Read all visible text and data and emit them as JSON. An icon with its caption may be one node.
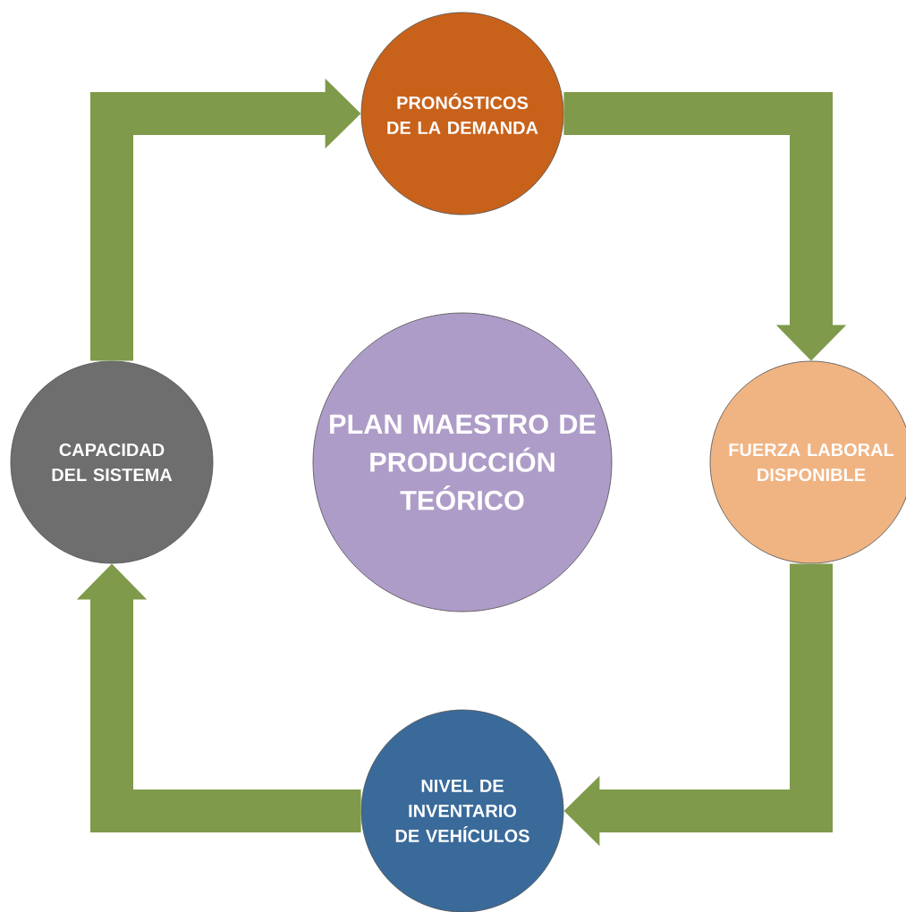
{
  "diagram": {
    "nodes": [
      {
        "text": [
          "PRONÓSTICOS DE LA DEMANDA"
        ]
      },
      {
        "text": [
          "FUERZA LABORAL DISPONIBLE"
        ]
      },
      {
        "text": [
          "NIVEL DE INVENTARIO DE VEHÍCULOS"
        ]
      },
      {
        "text": [
          "CAPACIDAD DEL SISTEMA"
        ]
      },
      {
        "text": [
          "PLAN MAESTRO DE PRODUCCIÓN TEÓRICO"
        ]
      }
    ],
    "edges": [
      {
        "from": 0,
        "to": 1,
        "arrow": "to"
      },
      {
        "from": 1,
        "to": 2,
        "arrow": "to"
      },
      {
        "from": 2,
        "to": 3,
        "arrow": "to"
      },
      {
        "from": 3,
        "to": 0,
        "arrow": "to"
      }
    ]
  }
}
